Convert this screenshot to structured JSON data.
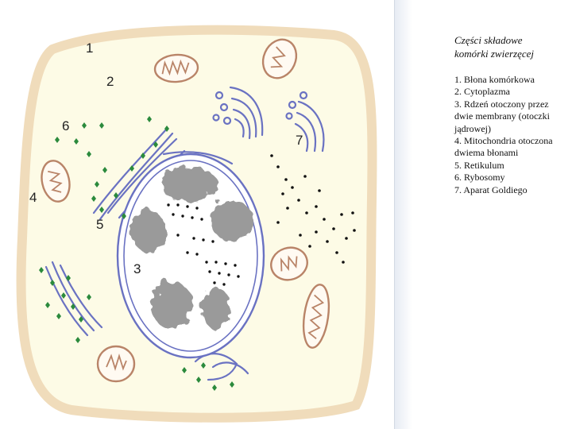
{
  "title_lines": [
    "Części składowe",
    "komórki zwierzęcej"
  ],
  "legend": [
    "1. Błona komórkowa",
    "2. Cytoplazma",
    "3. Rdzeń otoczony przez dwie membrany (otoczki jądrowej)",
    "4. Mitochondria otoczona dwiema błonami",
    "5. Retikulum",
    "6. Rybosomy",
    "7. Aparat Goldiego"
  ],
  "labels": [
    "1",
    "2",
    "3",
    "4",
    "5",
    "6",
    "7"
  ],
  "colors": {
    "cytoplasm": "#fdfbe6",
    "membrane": "#f0dcbb",
    "mitochondria": "#b98468",
    "reticulum": "#6a72c2",
    "ribosome": "#2b8a3c",
    "nucleus_fill": "#ffffff",
    "chromatin": "#9a9a9a"
  }
}
